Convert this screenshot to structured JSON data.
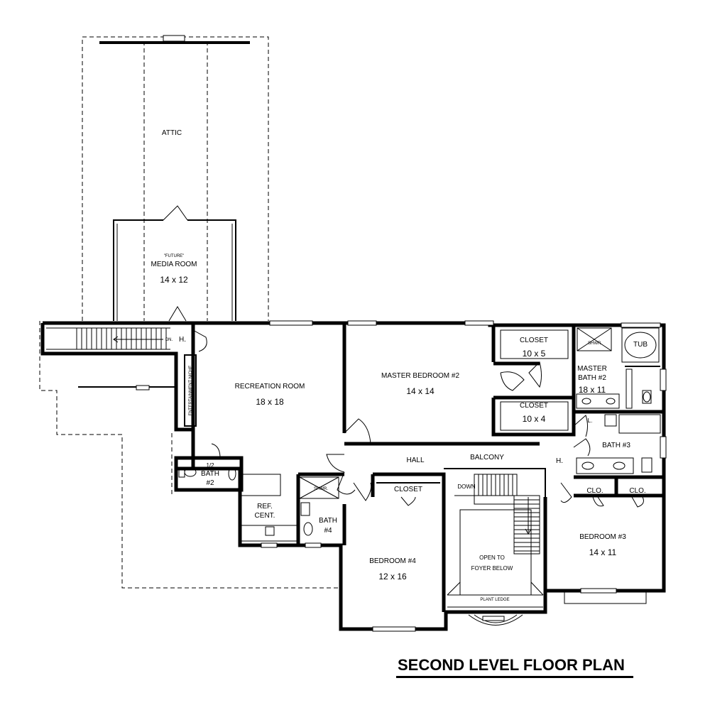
{
  "title": "SECOND LEVEL FLOOR PLAN",
  "rooms": {
    "attic": {
      "name": "ATTIC"
    },
    "media_room": {
      "name_prefix": "\"FUTURE\"",
      "name": "MEDIA ROOM",
      "size": "14 x 12"
    },
    "recreation_room": {
      "name": "RECREATION ROOM",
      "size": "18 x 18"
    },
    "master_bedroom": {
      "name": "MASTER BEDROOM #2",
      "size": "14 x 14"
    },
    "closet_upper": {
      "name": "CLOSET",
      "size": "10 x 5"
    },
    "closet_lower": {
      "name": "CLOSET",
      "size": "10 x 4"
    },
    "master_bath": {
      "name_line1": "MASTER",
      "name_line2": "BATH #2",
      "size": "18 x 11"
    },
    "half_bath": {
      "line1": "1/2",
      "line2": "BATH",
      "line3": "#2"
    },
    "ref_cent": {
      "line1": "REF.",
      "line2": "CENT."
    },
    "bath4": {
      "line1": "BATH",
      "line2": "#4"
    },
    "closet_bed4": {
      "name": "CLOSET"
    },
    "bedroom4": {
      "name": "BEDROOM #4",
      "size": "12 x 16"
    },
    "open_foyer": {
      "line1": "OPEN TO",
      "line2": "FOYER BELOW"
    },
    "bedroom3": {
      "name": "BEDROOM #3",
      "size": "14 x 11"
    },
    "bath3": {
      "name": "BATH #3"
    },
    "clo1": {
      "name": "CLO."
    },
    "clo2": {
      "name": "CLO."
    }
  },
  "labels": {
    "hall": "HALL",
    "balcony": "BALCONY",
    "entertainment_niche": "ENTERTAINMENT NICHE",
    "dn": "DN.",
    "h_stair": "H.",
    "h_right": "H.",
    "down": "DOWN",
    "plant_ledge": "PLANT LEDGE",
    "tub": "TUB",
    "shwr_master": "SHWR.",
    "shwr_bath4": "SHWR.",
    "linen": "L."
  }
}
